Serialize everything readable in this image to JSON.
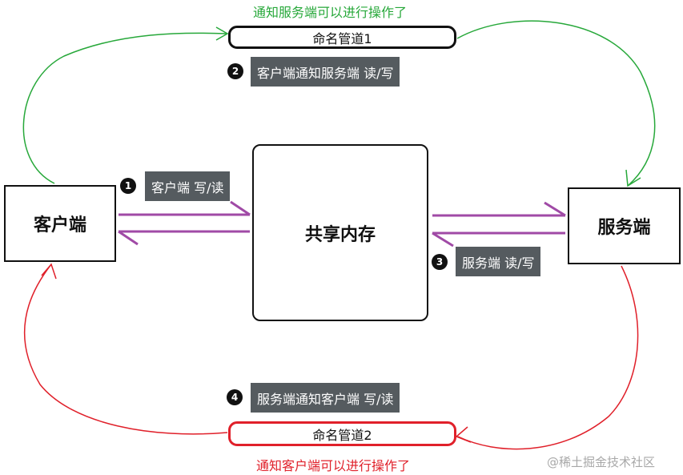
{
  "nodes": {
    "client": "客户端",
    "server": "服务端",
    "shared_memory": "共享内存"
  },
  "pipes": {
    "pipe1": "命名管道1",
    "pipe2": "命名管道2"
  },
  "steps": [
    {
      "badge": "1",
      "text": "客户端 写/读"
    },
    {
      "badge": "2",
      "text": "客户端通知服务端 读/写"
    },
    {
      "badge": "3",
      "text": "服务端 读/写"
    },
    {
      "badge": "4",
      "text": "服务端通知客户端 写/读"
    }
  ],
  "notes": {
    "top": "通知服务端可以进行操作了",
    "bottom": "通知客户端可以进行操作了"
  },
  "watermark": "@稀土掘金技术社区",
  "colors": {
    "green_arrow": "#27a83a",
    "red_arrow": "#e0202a",
    "purple_arrow": "#a04aa6",
    "label_bg": "#555b5f"
  }
}
